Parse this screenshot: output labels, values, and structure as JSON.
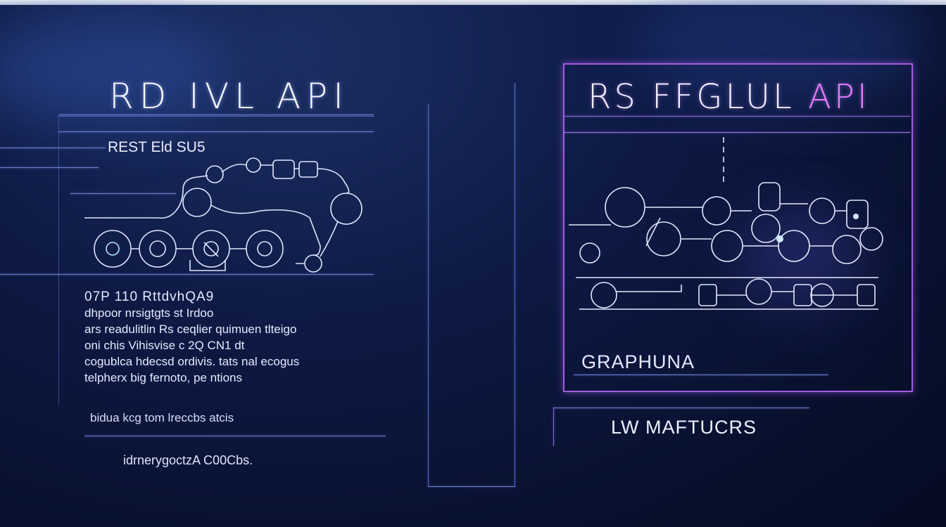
{
  "left_panel": {
    "title": "RD IVL API",
    "subtitle": "REST Eld SU5",
    "paragraph_heading": "07P 110 RttdvhQA9",
    "paragraph_lines": [
      "dhpoor nrsigtgts st Irdoo",
      "ars readulitlin Rs ceqlier quimuen tlteigo",
      "oni chis Vihisvise c 2Q CN1 dt",
      "cogublca hdecsd ordivis. tats  nal ecogus",
      "telpherx big fernoto, pe ntions"
    ],
    "note": "bidua kcg tom lreccbs atcis",
    "footer": "idrnerygoctzA C00Cbs."
  },
  "right_panel": {
    "title_main": "RS FFGLUL",
    "title_accent": "API",
    "graph_label": "GRAPHUNA",
    "lower_label": "LW MAFTUCRS"
  },
  "colors": {
    "background": "#0b1538",
    "accent_magenta": "#e77bff",
    "frame_purple": "#a45be0",
    "line_blue": "#6e7ed0"
  }
}
